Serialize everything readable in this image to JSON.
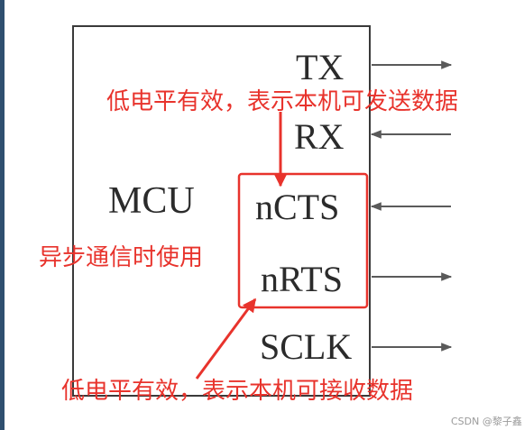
{
  "diagram": {
    "block_label": "MCU",
    "pins": [
      {
        "id": "tx",
        "label": "TX",
        "direction": "out"
      },
      {
        "id": "rx",
        "label": "RX",
        "direction": "in"
      },
      {
        "id": "ncts",
        "label": "nCTS",
        "direction": "in"
      },
      {
        "id": "nrts",
        "label": "nRTS",
        "direction": "out"
      },
      {
        "id": "sclk",
        "label": "SCLK",
        "direction": "out"
      }
    ],
    "annotations": {
      "cts_note": "低电平有效，表示本机可发送数据",
      "async_note": "异步通信时使用",
      "rts_note": "低电平有效，表示本机可接收数据"
    },
    "watermark": "CSDN @黎子鑫",
    "colors": {
      "annotation": "#e8332c",
      "line": "#3a3a3a",
      "arrow": "#5a5a5a",
      "text": "#2b2b2b",
      "left_edge": "#2f4f6f"
    }
  }
}
